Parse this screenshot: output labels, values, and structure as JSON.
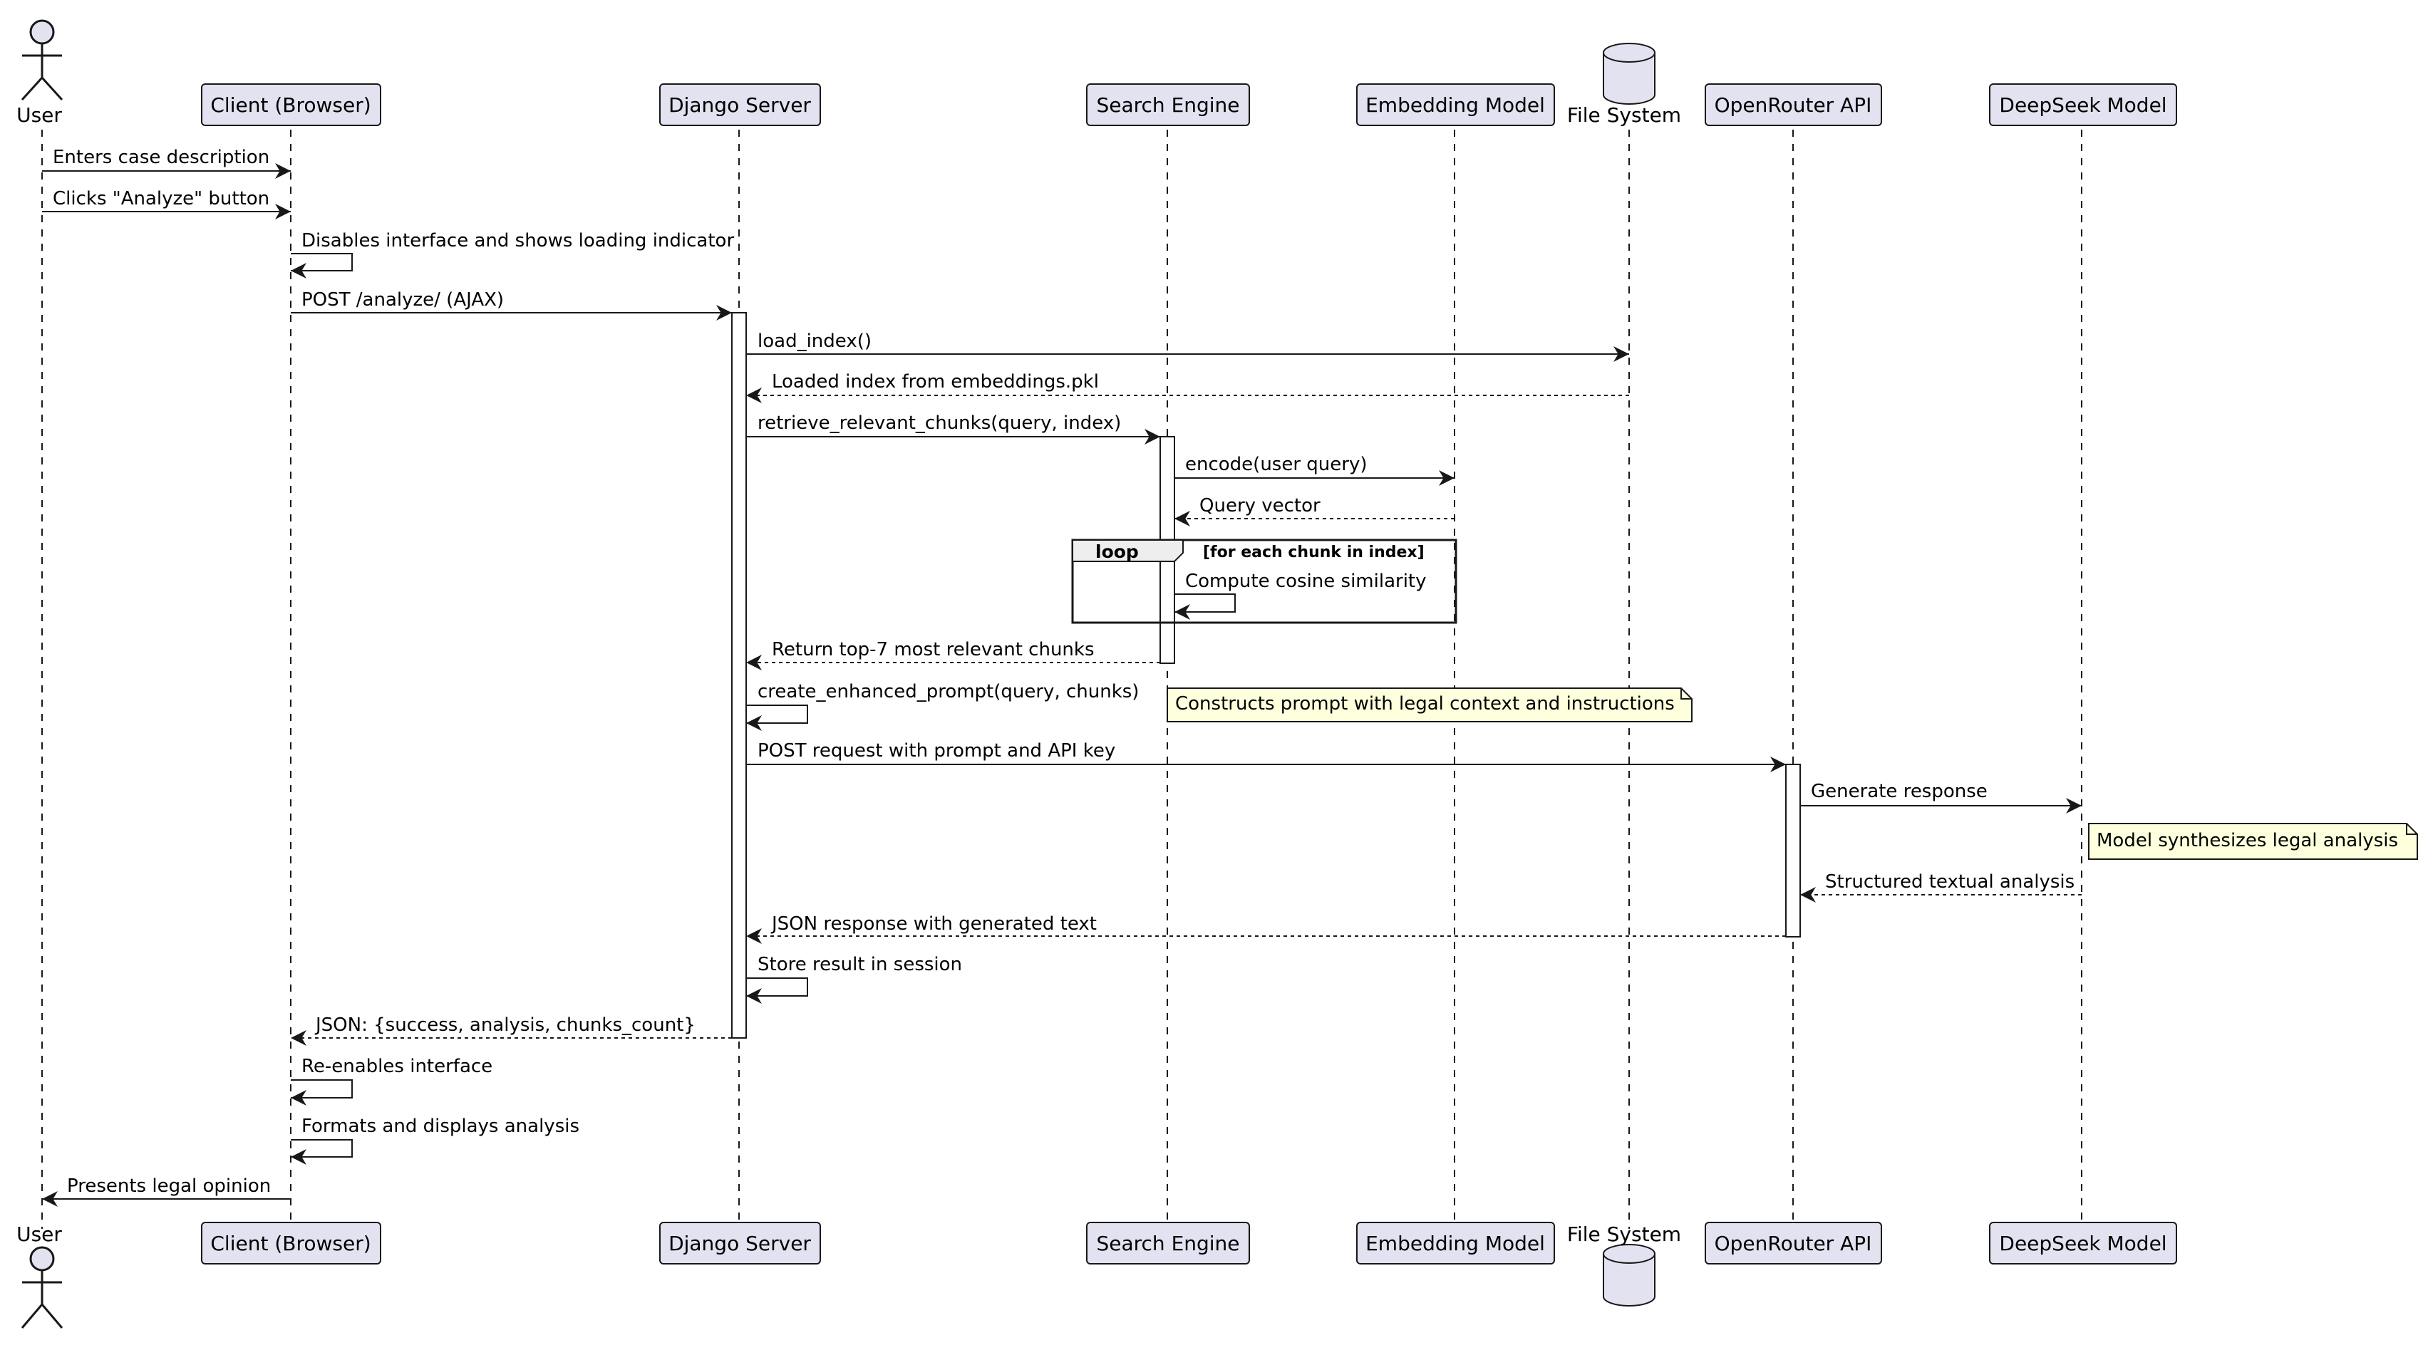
{
  "participants": [
    {
      "id": "user",
      "label": "User",
      "kind": "actor"
    },
    {
      "id": "client",
      "label": "Client (Browser)",
      "kind": "box"
    },
    {
      "id": "django",
      "label": "Django Server",
      "kind": "box"
    },
    {
      "id": "search",
      "label": "Search Engine",
      "kind": "box"
    },
    {
      "id": "embed",
      "label": "Embedding Model",
      "kind": "box"
    },
    {
      "id": "fs",
      "label": "File System",
      "kind": "database"
    },
    {
      "id": "openrouter",
      "label": "OpenRouter API",
      "kind": "box"
    },
    {
      "id": "deepseek",
      "label": "DeepSeek Model",
      "kind": "box"
    }
  ],
  "messages": [
    {
      "from": "user",
      "to": "client",
      "text": "Enters case description",
      "style": "solid"
    },
    {
      "from": "user",
      "to": "client",
      "text": "Clicks \"Analyze\" button",
      "style": "solid"
    },
    {
      "from": "client",
      "to": "client",
      "text": "Disables interface and shows loading indicator",
      "style": "solid"
    },
    {
      "from": "client",
      "to": "django",
      "text": "POST /analyze/ (AJAX)",
      "style": "solid"
    },
    {
      "from": "django",
      "to": "fs",
      "text": "load_index()",
      "style": "solid"
    },
    {
      "from": "fs",
      "to": "django",
      "text": "Loaded index from embeddings.pkl",
      "style": "dashed"
    },
    {
      "from": "django",
      "to": "search",
      "text": "retrieve_relevant_chunks(query, index)",
      "style": "solid"
    },
    {
      "from": "search",
      "to": "embed",
      "text": "encode(user query)",
      "style": "solid"
    },
    {
      "from": "embed",
      "to": "search",
      "text": "Query vector",
      "style": "dashed"
    },
    {
      "from": "search",
      "to": "search",
      "text": "Compute cosine similarity",
      "style": "solid"
    },
    {
      "from": "search",
      "to": "django",
      "text": "Return top-7 most relevant chunks",
      "style": "dashed"
    },
    {
      "from": "django",
      "to": "django",
      "text": "create_enhanced_prompt(query, chunks)",
      "style": "solid"
    },
    {
      "from": "django",
      "to": "openrouter",
      "text": "POST request with prompt and API key",
      "style": "solid"
    },
    {
      "from": "openrouter",
      "to": "deepseek",
      "text": "Generate response",
      "style": "solid"
    },
    {
      "from": "deepseek",
      "to": "openrouter",
      "text": "Structured textual analysis",
      "style": "dashed"
    },
    {
      "from": "openrouter",
      "to": "django",
      "text": "JSON response with generated text",
      "style": "dashed"
    },
    {
      "from": "django",
      "to": "django",
      "text": "Store result in session",
      "style": "solid"
    },
    {
      "from": "django",
      "to": "client",
      "text": "JSON: {success, analysis, chunks_count}",
      "style": "dashed"
    },
    {
      "from": "client",
      "to": "client",
      "text": "Re-enables interface",
      "style": "solid"
    },
    {
      "from": "client",
      "to": "client",
      "text": "Formats and displays analysis",
      "style": "solid"
    },
    {
      "from": "client",
      "to": "user",
      "text": "Presents legal opinion",
      "style": "solid"
    }
  ],
  "notes": [
    {
      "text": "Constructs prompt with legal context and instructions"
    },
    {
      "text": "Model synthesizes legal analysis"
    }
  ],
  "loop": {
    "keyword": "loop",
    "condition": "[for each chunk in index]"
  },
  "colors": {
    "participant_fill": "#E2E2F0",
    "participant_border": "#181818",
    "note_fill": "#FEFFDD",
    "activation_fill": "#ffffff",
    "line": "#181818",
    "lifeline": "#181818"
  }
}
